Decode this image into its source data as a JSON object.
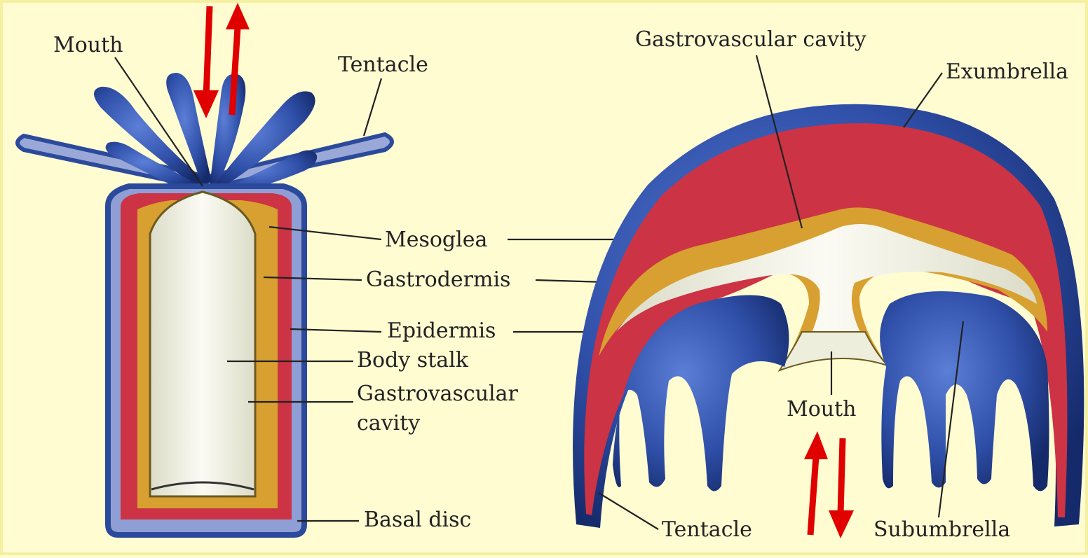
{
  "polyp": {
    "labels": {
      "mouth": "Mouth",
      "tentacle": "Tentacle",
      "mesoglea": "Mesoglea",
      "gastrodermis": "Gastrodermis",
      "epidermis": "Epidermis",
      "body_stalk": "Body stalk",
      "gastrovascular_1": "Gastrovascular",
      "gastrovascular_2": "cavity",
      "basal_disc": "Basal disc"
    }
  },
  "medusa": {
    "labels": {
      "gastrovascular_cavity": "Gastrovascular cavity",
      "exumbrella": "Exumbrella",
      "mouth": "Mouth",
      "tentacle": "Tentacle",
      "subumbrella": "Subumbrella"
    }
  },
  "colors": {
    "epidermis": "#2b4a9c",
    "mesoglea": "#cc3344",
    "gastrodermis": "#d8a030",
    "cavity": "#f2f3ea",
    "arrow": "#e00000",
    "background": "#fffcd2"
  }
}
